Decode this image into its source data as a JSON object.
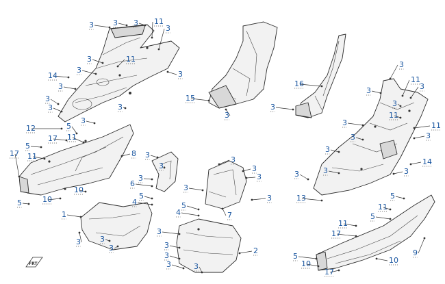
{
  "diagram": {
    "logo_text": "FRT",
    "callouts": [
      {
        "id": "c01",
        "label": "3"
      },
      {
        "id": "c02",
        "label": "3"
      },
      {
        "id": "c03",
        "label": "3"
      },
      {
        "id": "c04",
        "label": "11"
      },
      {
        "id": "c05",
        "label": "3"
      },
      {
        "id": "c06",
        "label": "3"
      },
      {
        "id": "c07",
        "label": "11"
      },
      {
        "id": "c08",
        "label": "3"
      },
      {
        "id": "c09",
        "label": "3"
      },
      {
        "id": "c10",
        "label": "14"
      },
      {
        "id": "c11",
        "label": "3"
      },
      {
        "id": "c12",
        "label": "3"
      },
      {
        "id": "c13",
        "label": "3"
      },
      {
        "id": "c14",
        "label": "3"
      },
      {
        "id": "c15",
        "label": "12"
      },
      {
        "id": "c16",
        "label": "5"
      },
      {
        "id": "c17",
        "label": "3"
      },
      {
        "id": "c18",
        "label": "17"
      },
      {
        "id": "c19",
        "label": "11"
      },
      {
        "id": "c20",
        "label": "5"
      },
      {
        "id": "c21",
        "label": "11"
      },
      {
        "id": "c22",
        "label": "17"
      },
      {
        "id": "c23",
        "label": "8"
      },
      {
        "id": "c24",
        "label": "10"
      },
      {
        "id": "c25",
        "label": "10"
      },
      {
        "id": "c26",
        "label": "5"
      },
      {
        "id": "c27",
        "label": "15"
      },
      {
        "id": "c28",
        "label": "3"
      },
      {
        "id": "c29",
        "label": "16"
      },
      {
        "id": "c30",
        "label": "3"
      },
      {
        "id": "c31",
        "label": "3"
      },
      {
        "id": "c32",
        "label": "3"
      },
      {
        "id": "c33",
        "label": "3"
      },
      {
        "id": "c34",
        "label": "6"
      },
      {
        "id": "c35",
        "label": "5"
      },
      {
        "id": "c36",
        "label": "4"
      },
      {
        "id": "c37",
        "label": "1"
      },
      {
        "id": "c38",
        "label": "3"
      },
      {
        "id": "c39",
        "label": "3"
      },
      {
        "id": "c40",
        "label": "3"
      },
      {
        "id": "c41",
        "label": "3"
      },
      {
        "id": "c42",
        "label": "3"
      },
      {
        "id": "c43",
        "label": "3"
      },
      {
        "id": "c44",
        "label": "3"
      },
      {
        "id": "c45",
        "label": "3"
      },
      {
        "id": "c46",
        "label": "5"
      },
      {
        "id": "c47",
        "label": "4"
      },
      {
        "id": "c48",
        "label": "7"
      },
      {
        "id": "c49",
        "label": "3"
      },
      {
        "id": "c50",
        "label": "2"
      },
      {
        "id": "c51",
        "label": "3"
      },
      {
        "id": "c52",
        "label": "3"
      },
      {
        "id": "c53",
        "label": "3"
      },
      {
        "id": "c54",
        "label": "3"
      },
      {
        "id": "c55",
        "label": "3"
      },
      {
        "id": "c56",
        "label": "3"
      },
      {
        "id": "c57",
        "label": "11"
      },
      {
        "id": "c58",
        "label": "3"
      },
      {
        "id": "c59",
        "label": "3"
      },
      {
        "id": "c60",
        "label": "11"
      },
      {
        "id": "c61",
        "label": "3"
      },
      {
        "id": "c62",
        "label": "3"
      },
      {
        "id": "c63",
        "label": "11"
      },
      {
        "id": "c64",
        "label": "3"
      },
      {
        "id": "c65",
        "label": "3"
      },
      {
        "id": "c66",
        "label": "14"
      },
      {
        "id": "c67",
        "label": "3"
      },
      {
        "id": "c68",
        "label": "3"
      },
      {
        "id": "c69",
        "label": "13"
      },
      {
        "id": "c70",
        "label": "3"
      },
      {
        "id": "c71",
        "label": "5"
      },
      {
        "id": "c72",
        "label": "11"
      },
      {
        "id": "c73",
        "label": "5"
      },
      {
        "id": "c74",
        "label": "11"
      },
      {
        "id": "c75",
        "label": "17"
      },
      {
        "id": "c76",
        "label": "9"
      },
      {
        "id": "c77",
        "label": "5"
      },
      {
        "id": "c78",
        "label": "10"
      },
      {
        "id": "c79",
        "label": "17"
      },
      {
        "id": "c80",
        "label": "10"
      }
    ]
  }
}
